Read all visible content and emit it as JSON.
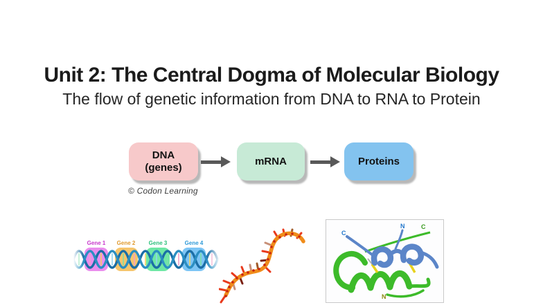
{
  "slide": {
    "title": "Unit 2: The Central Dogma of Molecular Biology",
    "subtitle": "The flow of genetic information from DNA to RNA to Protein"
  },
  "flow": {
    "boxes": [
      {
        "line1": "DNA",
        "line2": "(genes)",
        "fill": "#f7c9ca"
      },
      {
        "line1": "mRNA",
        "fill": "#c7ead6"
      },
      {
        "line1": "Proteins",
        "fill": "#83c3ef"
      }
    ],
    "arrow_color": "#595959",
    "credit": "© Codon Learning"
  },
  "dna_image": {
    "genes": [
      {
        "label": "Gene 1",
        "color": "#c838cc",
        "highlight": "#e570e8"
      },
      {
        "label": "Gene 2",
        "color": "#e09a2e",
        "highlight": "#f5bb52"
      },
      {
        "label": "Gene 3",
        "color": "#2dc07c",
        "highlight": "#4be18e"
      },
      {
        "label": "Gene 4",
        "color": "#2f9ad8",
        "highlight": "#5cb6f2"
      }
    ],
    "helix_color": "#1b6ea6"
  },
  "rna_image": {
    "strand_color": "#f08c1a"
  },
  "protein_image": {
    "n_terminus_top": "N",
    "c_terminus_top": "C",
    "c_terminus_left": "C",
    "n_terminus_bottom": "N",
    "helix_green": "#3dbb2a",
    "helix_blue": "#5b85c8"
  }
}
